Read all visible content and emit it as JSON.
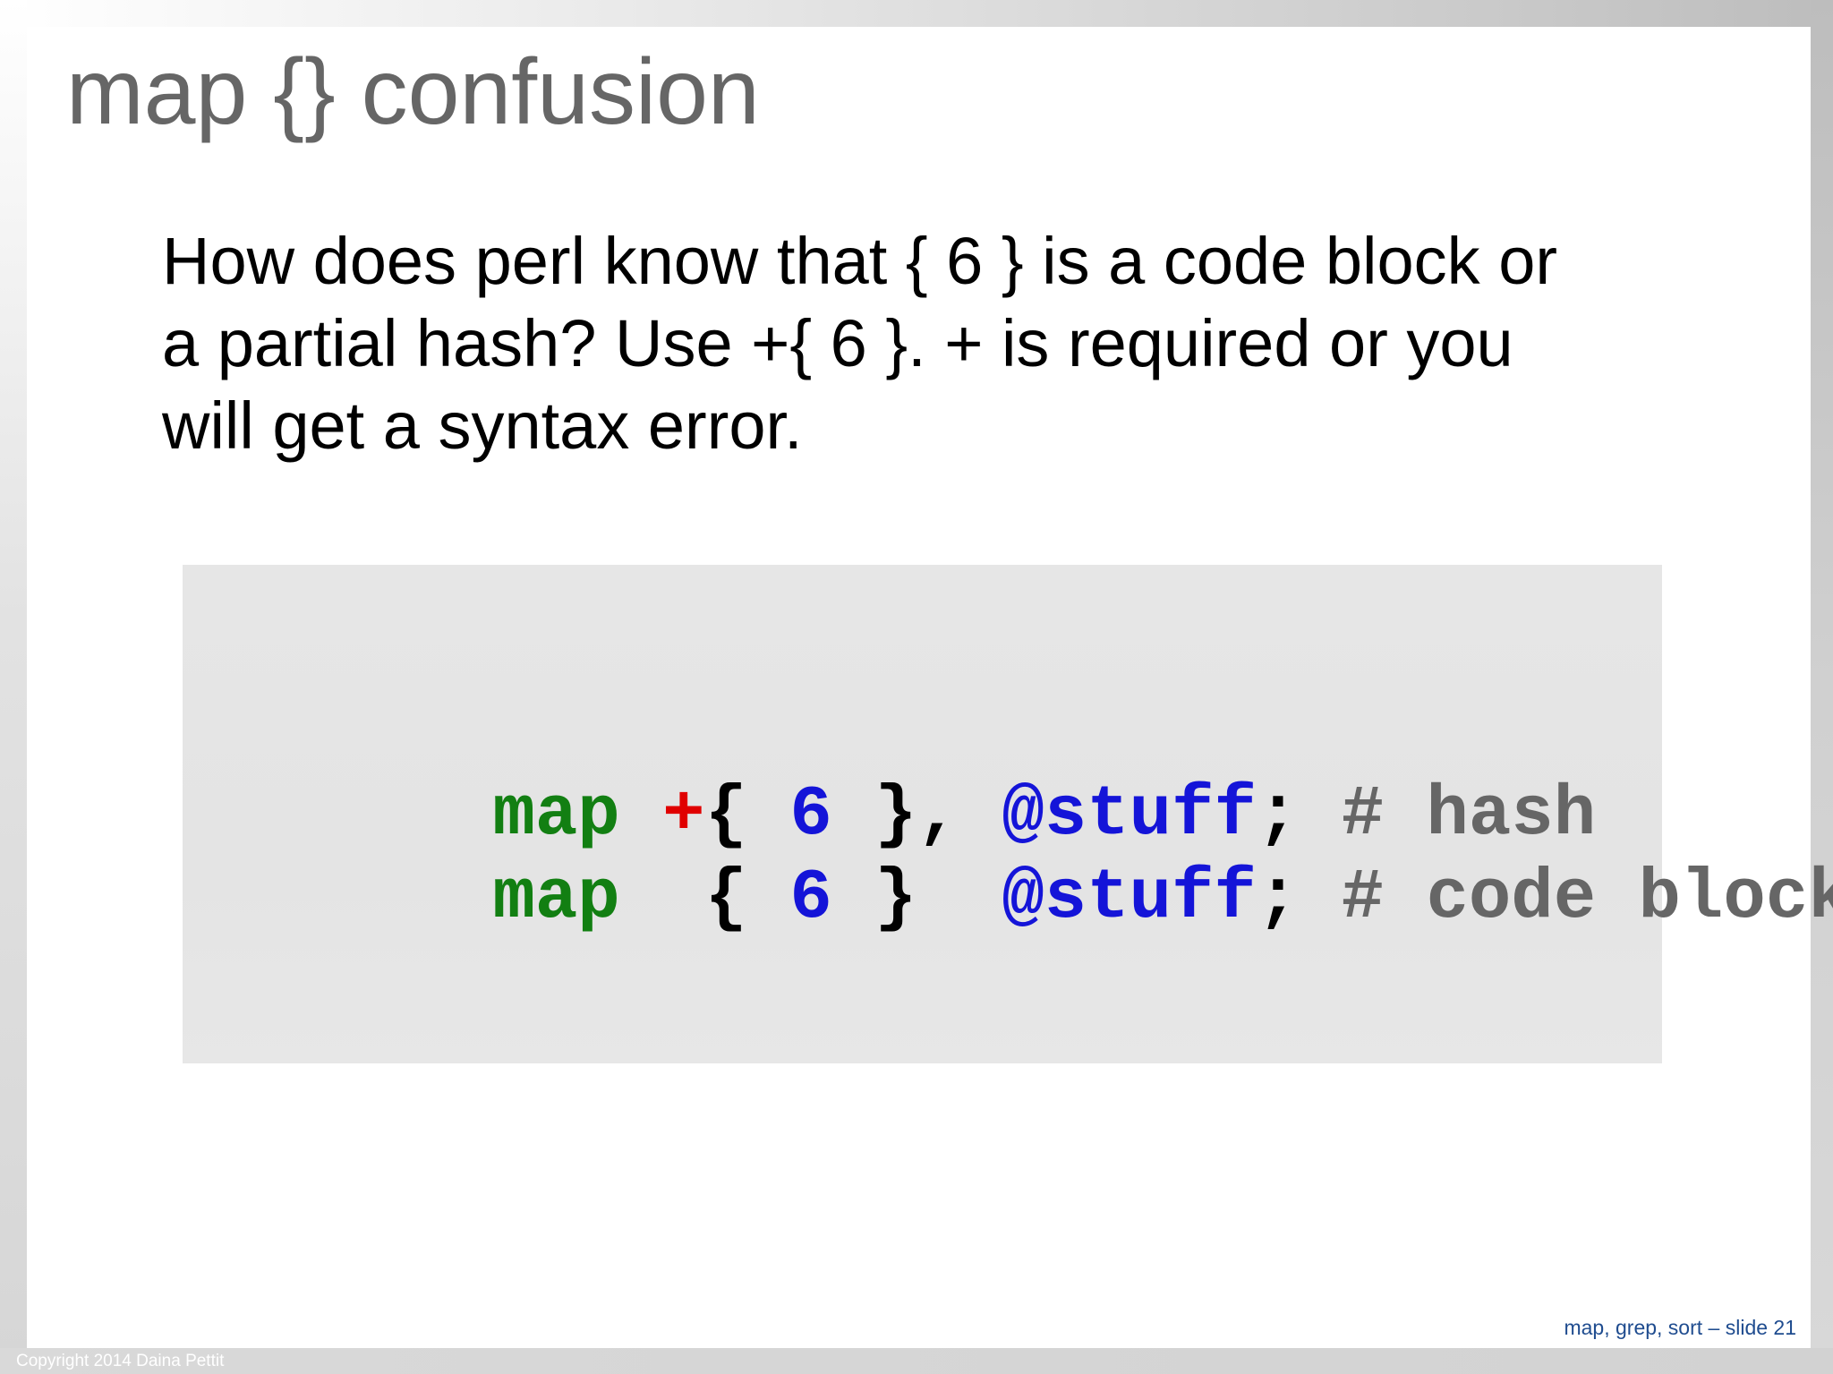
{
  "slide": {
    "title": "map {} confusion",
    "body_line_1": "How does perl know that { 6 } is a code block or",
    "body_line_2": "a partial hash?  Use +{ 6 }.  + is required or you",
    "body_line_3": "will get a syntax error.",
    "footer": "map, grep, sort – slide 21",
    "copyright": "Copyright 2014 Daina Pettit"
  },
  "code": {
    "line1": [
      {
        "text": "map",
        "type": "keyword"
      },
      {
        "text": " ",
        "type": "punct"
      },
      {
        "text": "+",
        "type": "operator"
      },
      {
        "text": "{ ",
        "type": "punct"
      },
      {
        "text": "6",
        "type": "number"
      },
      {
        "text": " }, ",
        "type": "punct"
      },
      {
        "text": "@stuff",
        "type": "array"
      },
      {
        "text": "; ",
        "type": "punct"
      },
      {
        "text": "# hash",
        "type": "comment"
      }
    ],
    "line2": [
      {
        "text": "map",
        "type": "keyword"
      },
      {
        "text": "  { ",
        "type": "punct"
      },
      {
        "text": "6",
        "type": "number"
      },
      {
        "text": " }  ",
        "type": "punct"
      },
      {
        "text": "@stuff",
        "type": "array"
      },
      {
        "text": "; ",
        "type": "punct"
      },
      {
        "text": "# code block",
        "type": "comment"
      }
    ]
  },
  "colors": {
    "keyword": "#127f12",
    "operator": "#e00000",
    "number_and_array": "#1414d8",
    "comment": "#666666",
    "title": "#666666",
    "footer": "#1f4c8f"
  }
}
